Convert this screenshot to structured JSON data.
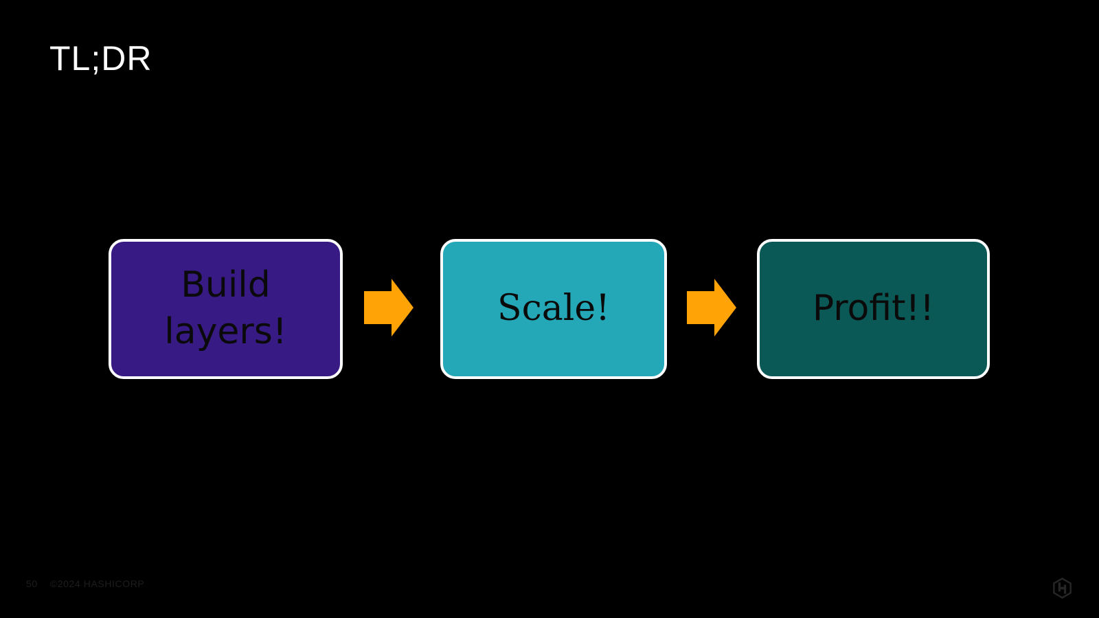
{
  "slide": {
    "title": "TL;DR",
    "background_color": "#000000",
    "title_color": "#ffffff"
  },
  "flow": {
    "steps": [
      {
        "label": "Build layers!",
        "color": "#371A83"
      },
      {
        "label": "Scale!",
        "color": "#24A8B8"
      },
      {
        "label": "Profit!!",
        "color": "#0B5956"
      }
    ],
    "arrow_color": "#FFA306",
    "box_border_color": "#ffffff",
    "box_text_color": "#0a0a0a"
  },
  "footer": {
    "page_number": "50",
    "copyright": "©2024 HASHICORP",
    "text_color": "#1d1d1d"
  },
  "icons": {
    "logo": "hashicorp-hexagon-h",
    "logo_color": "#262626"
  }
}
